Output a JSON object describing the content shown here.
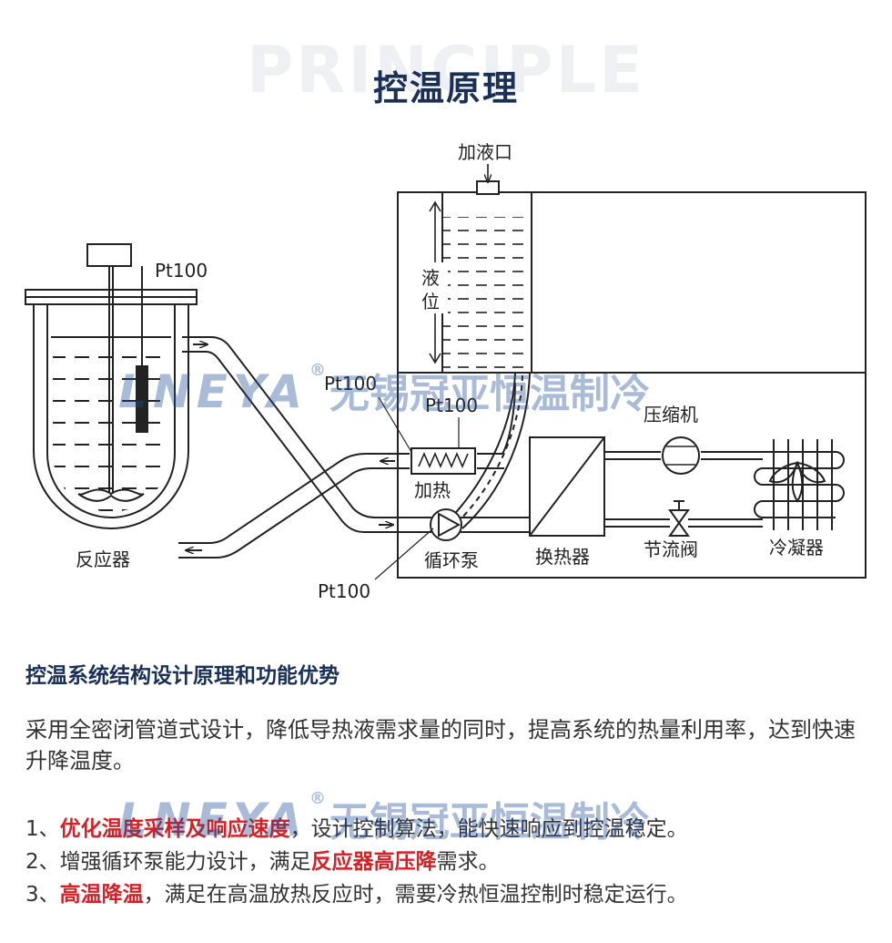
{
  "header": {
    "bg_word": "PRINCIPLE",
    "title": "控温原理"
  },
  "diagram": {
    "fill_port": "加液口",
    "level": [
      "液",
      "位"
    ],
    "pt100_reactor": "Pt100",
    "pt100_1": "Pt100",
    "pt100_2": "Pt100",
    "pt100_bottom": "Pt100",
    "heater": "加热",
    "pump": "循环泵",
    "exchanger": "换热器",
    "compressor": "压缩机",
    "valve": "节流阀",
    "condenser": "冷凝器",
    "reactor": "反应器"
  },
  "section": {
    "heading": "控温系统结构设计原理和功能优势",
    "intro": "采用全密闭管道式设计，降低导热液需求量的同时，提高系统的热量利用率，达到快速升降温度。",
    "points": [
      {
        "num": "1、",
        "highlight": "优化温度采样及响应速度",
        "rest": "，设计控制算法，能快速响应到控温稳定。"
      },
      {
        "num": "2、",
        "pre": "增强循环泵能力设计，满足",
        "highlight": "反应器高压降",
        "rest": "需求。"
      },
      {
        "num": "3、",
        "highlight": "高温降温",
        "rest": "，满足在高温放热反应时，需要冷热恒温控制时稳定运行。"
      }
    ]
  },
  "watermark": {
    "en": "LNEYA",
    "reg": "®",
    "zh": "无锡冠亚恒温制冷"
  },
  "colors": {
    "title": "#1a3057",
    "highlight": "#d71f26",
    "watermark": "#1e4b96"
  }
}
